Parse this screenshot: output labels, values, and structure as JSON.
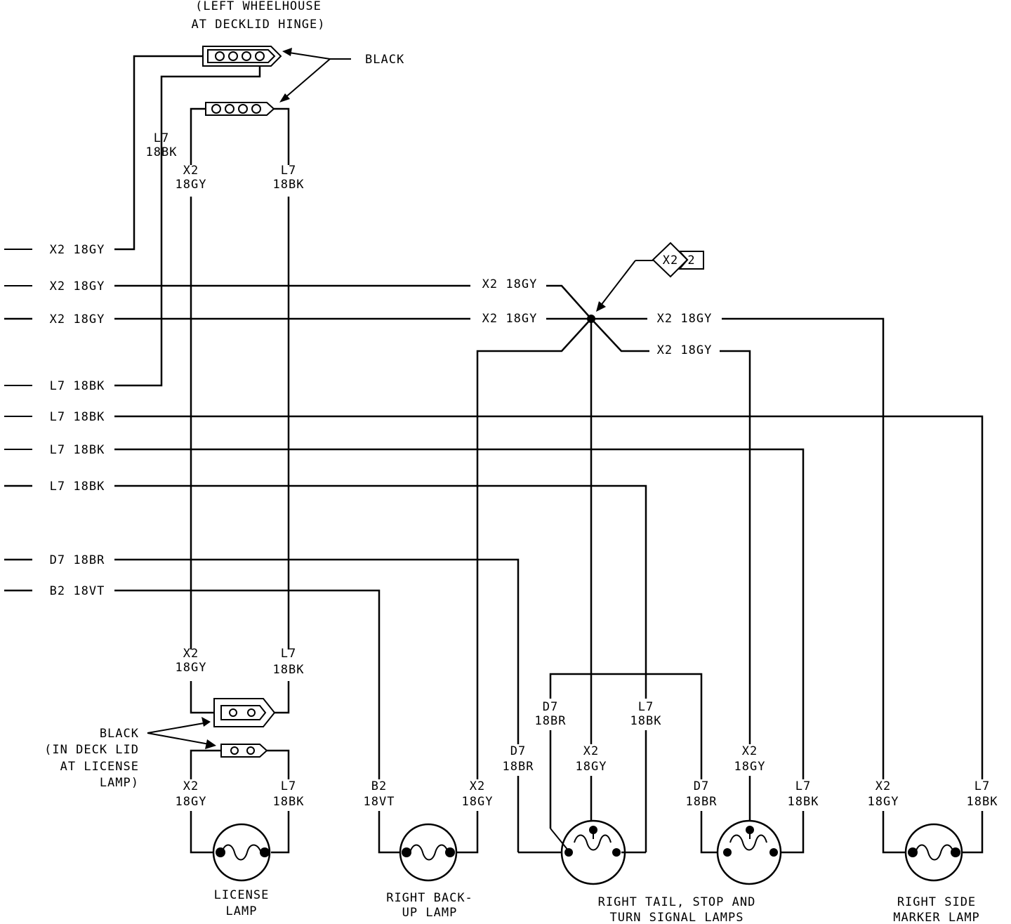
{
  "connectors": {
    "top_location_line1": "(LEFT WHEELHOUSE",
    "top_location_line2": "AT DECKLID HINGE)",
    "top_color": "BLACK",
    "bottom_color_line1": "BLACK",
    "bottom_color_line2": "(IN DECK LID",
    "bottom_color_line3": "AT LICENSE",
    "bottom_color_line4": "LAMP)",
    "splice_id": "X2",
    "splice_ref": "2"
  },
  "wires": {
    "x2": "X2",
    "l7": "L7",
    "d7": "D7",
    "b2": "B2",
    "gy": "18GY",
    "bk": "18BK",
    "br": "18BR",
    "vt": "18VT",
    "x2_gy": "X2 18GY",
    "l7_bk": "L7 18BK",
    "d7_br": "D7 18BR",
    "b2_vt": "B2 18VT"
  },
  "lamps": {
    "license_line1": "LICENSE",
    "license_line2": "LAMP",
    "backup_line1": "RIGHT BACK-",
    "backup_line2": "UP LAMP",
    "tail_line1": "RIGHT TAIL, STOP AND",
    "tail_line2": "TURN SIGNAL LAMPS",
    "marker_line1": "RIGHT SIDE",
    "marker_line2": "MARKER LAMP"
  }
}
